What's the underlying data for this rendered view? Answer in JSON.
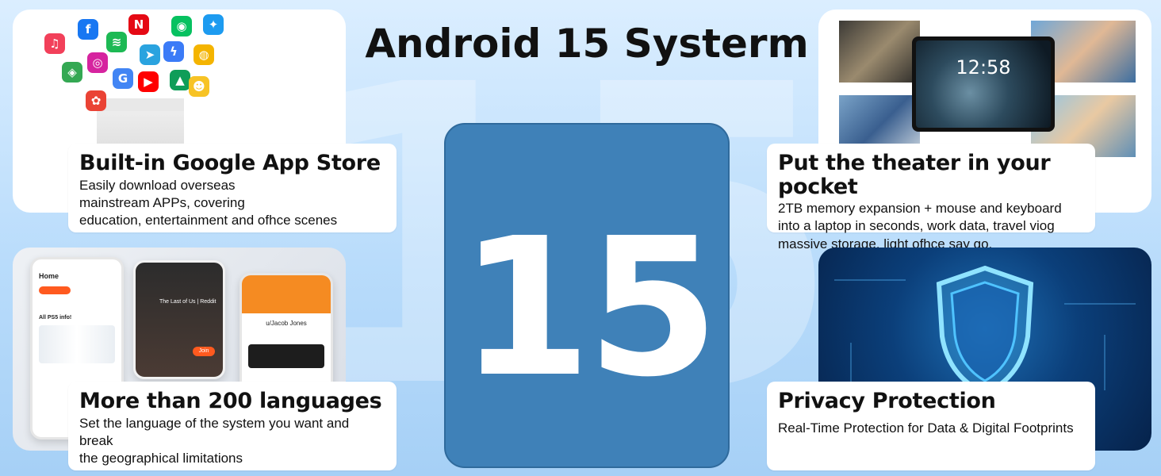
{
  "title": "Android 15 Systerm",
  "center": {
    "number": "15"
  },
  "features": {
    "apps": {
      "title": "Built-in Google App Store",
      "desc": [
        "Easily download overseas",
        "mainstream APPs, covering",
        "education, entertainment and ofhce scenes"
      ]
    },
    "theater": {
      "title": "Put the theater in your pocket",
      "desc": [
        "2TB memory expansion + mouse and keyboard",
        "into a laptop in seconds, work data, travel viog",
        "massive storage, light ofhce say go."
      ],
      "clock": "12:58"
    },
    "languages": {
      "title": "More than 200 languages",
      "desc": [
        "Set the language of the system you want and break",
        "the geographical limitations"
      ],
      "phone_labels": {
        "home": "Home",
        "post": "All PS5 info!",
        "game": "The Last of Us | Reddit",
        "profile": "u/Jacob Jones",
        "join": "Join"
      }
    },
    "privacy": {
      "title": "Privacy Protection",
      "desc": [
        "Real-Time Protection for Data & Digital Footprints"
      ]
    }
  },
  "icons": [
    {
      "name": "music-icon",
      "glyph": "♫",
      "color": "#f2405a"
    },
    {
      "name": "facebook-icon",
      "glyph": "f",
      "color": "#1877f2"
    },
    {
      "name": "spotify-icon",
      "glyph": "≋",
      "color": "#1db954"
    },
    {
      "name": "netflix-icon",
      "glyph": "N",
      "color": "#e50914"
    },
    {
      "name": "wechat-icon",
      "glyph": "◉",
      "color": "#07c160"
    },
    {
      "name": "twitter-icon",
      "glyph": "✦",
      "color": "#1d9bf0"
    },
    {
      "name": "maps-icon",
      "glyph": "◈",
      "color": "#34a853"
    },
    {
      "name": "instagram-icon",
      "glyph": "◎",
      "color": "#d6249f"
    },
    {
      "name": "telegram-icon",
      "glyph": "➤",
      "color": "#2aa3df"
    },
    {
      "name": "messenger-icon",
      "glyph": "ϟ",
      "color": "#3b7bf7"
    },
    {
      "name": "chrome-icon",
      "glyph": "◍",
      "color": "#f4b400"
    },
    {
      "name": "google-maps-icon",
      "glyph": "G",
      "color": "#4285f4"
    },
    {
      "name": "youtube-icon",
      "glyph": "▶",
      "color": "#ff0000"
    },
    {
      "name": "drive-icon",
      "glyph": "▲",
      "color": "#0f9d58"
    },
    {
      "name": "game-icon",
      "glyph": "☻",
      "color": "#f7c325"
    },
    {
      "name": "photos-icon",
      "glyph": "✿",
      "color": "#ea4335"
    }
  ]
}
